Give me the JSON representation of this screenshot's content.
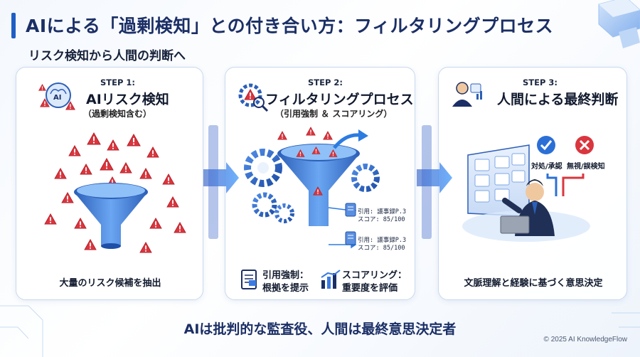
{
  "title": "AIによる「過剰検知」との付き合い方：フィルタリングプロセス",
  "subtitle": "リスク検知から人間の判断へ",
  "steps": [
    {
      "label": "STEP 1:",
      "title": "AIリスク検知",
      "sub": "（過剰検知含む）",
      "caption": "大量のリスク候補を抽出",
      "icon": "ai-brain-icon"
    },
    {
      "label": "STEP 2:",
      "title": "フィルタリングプロセス",
      "sub": "（引用強制 ＆ スコアリング）",
      "notes": [
        {
          "line1": "引用: 議事録P.3",
          "line2": "スコア: 85/100"
        },
        {
          "line1": "引用: 議事録P.3",
          "line2": "スコア: 85/100"
        }
      ],
      "features": [
        {
          "line1": "引用強制：",
          "line2": "根拠を提示",
          "icon": "document-icon"
        },
        {
          "line1": "スコアリング：",
          "line2": "重要度を評価",
          "icon": "bar-chart-icon"
        }
      ]
    },
    {
      "label": "STEP 3:",
      "title": "人間による最終判断",
      "caption": "文脈理解と経験に基づく意思決定",
      "decisions": [
        {
          "label": "対処/承認",
          "icon": "check-icon",
          "color": "#2b6fd6"
        },
        {
          "label": "無視/誤検知",
          "icon": "cross-icon",
          "color": "#d9363e"
        }
      ]
    }
  ],
  "bottom_line": "AIは批判的な監査役、人間は最終意思決定者",
  "copyright": "© 2025 AI KnowledgeFlow",
  "colors": {
    "primary": "#1f5fc4",
    "alert": "#d9363e",
    "funnel": "#3b7be0",
    "title": "#1b2f66"
  }
}
